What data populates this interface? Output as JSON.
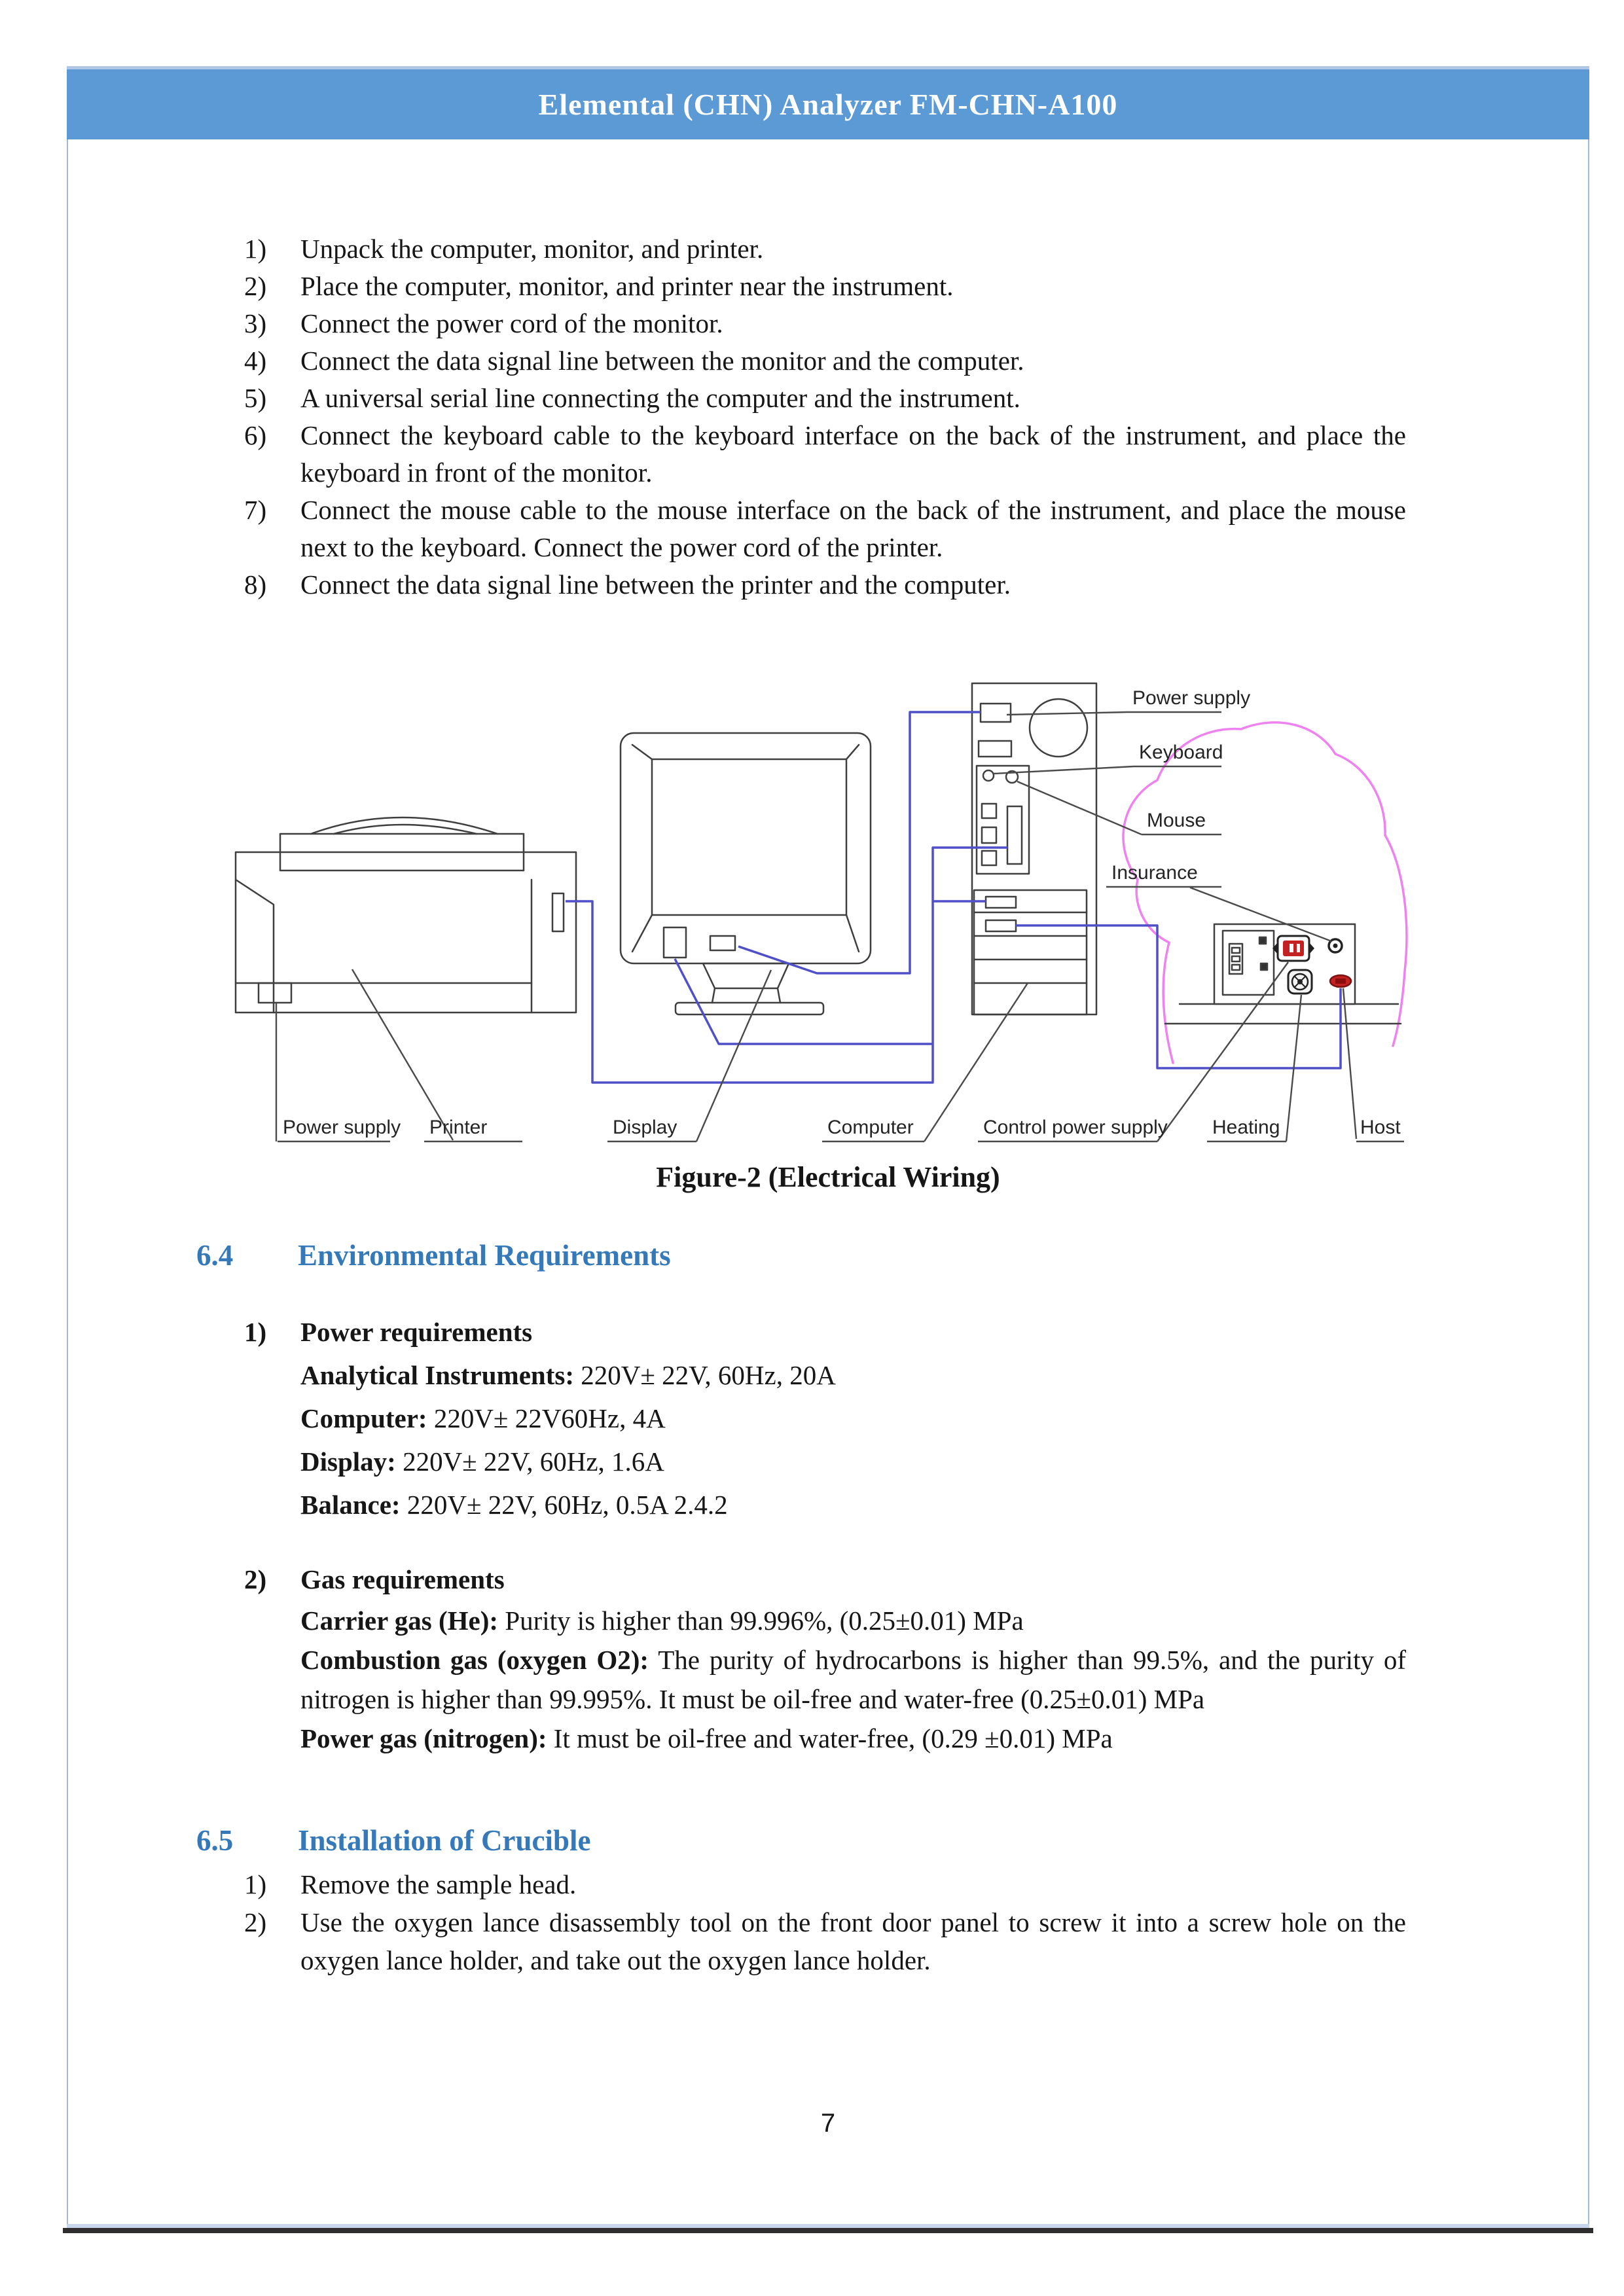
{
  "header": {
    "title": "Elemental (CHN) Analyzer FM-CHN-A100"
  },
  "steps": [
    {
      "num": "1)",
      "text": "Unpack the computer, monitor, and printer."
    },
    {
      "num": "2)",
      "text": "Place the computer, monitor, and printer near the instrument."
    },
    {
      "num": "3)",
      "text": "Connect the power cord of the monitor."
    },
    {
      "num": "4)",
      "text": "Connect the data signal line between the monitor and the computer."
    },
    {
      "num": "5)",
      "text": "A universal serial line connecting the computer and the instrument."
    },
    {
      "num": "6)",
      "text": "Connect the keyboard cable to the keyboard interface on the back of the instrument, and place the keyboard in front of the monitor."
    },
    {
      "num": "7)",
      "text": "Connect the mouse cable to the mouse interface on the back of the instrument, and place the mouse next to the keyboard. Connect the power cord of the printer."
    },
    {
      "num": "8)",
      "text": "Connect the data signal line between the printer and the computer."
    }
  ],
  "figure": {
    "caption": "Figure-2 (Electrical Wiring)",
    "labels": {
      "power_supply_top": "Power supply",
      "keyboard": "Keyboard",
      "mouse": "Mouse",
      "insurance": "Insurance",
      "power_supply_bottom": "Power supply",
      "printer": "Printer",
      "display": "Display",
      "computer": "Computer",
      "control_power_supply": "Control power supply",
      "heating": "Heating",
      "host": "Host"
    }
  },
  "section_64": {
    "num": "6.4",
    "title": "Environmental Requirements",
    "power": {
      "num": "1)",
      "title": "Power requirements",
      "rows": [
        {
          "label": "Analytical Instruments:",
          "value": " 220V± 22V, 60Hz, 20A"
        },
        {
          "label": "Computer:",
          "value": " 220V± 22V60Hz, 4A"
        },
        {
          "label": "Display:",
          "value": " 220V± 22V, 60Hz, 1.6A"
        },
        {
          "label": "Balance:",
          "value": " 220V± 22V, 60Hz, 0.5A 2.4.2"
        }
      ]
    },
    "gas": {
      "num": "2)",
      "title": "Gas requirements",
      "rows": [
        {
          "label": "Carrier gas (He):",
          "value": " Purity is higher than 99.996%, (0.25±0.01) MPa"
        },
        {
          "label": "Combustion gas (oxygen O2):",
          "value": " The purity of hydrocarbons is higher than 99.5%, and the purity of nitrogen is higher than 99.995%. It must be oil-free and water-free (0.25±0.01) MPa"
        },
        {
          "label": "Power gas (nitrogen):",
          "value": " It must be oil-free and water-free, (0.29 ±0.01) MPa"
        }
      ]
    }
  },
  "section_65": {
    "num": "6.5",
    "title": "Installation of Crucible",
    "steps": [
      {
        "num": "1)",
        "text": "Remove the sample head."
      },
      {
        "num": "2)",
        "text": "Use the oxygen lance disassembly tool on the front door panel to screw it into a screw hole on the oxygen lance holder, and take out the oxygen lance holder."
      }
    ]
  },
  "page": {
    "number": "7"
  },
  "colors": {
    "header_bar_blue": "#5b9ad5",
    "heading_text_blue": "#3579b8",
    "wire_blue": "#4f4fc8",
    "instrument_outline_pink": "#ee82ee",
    "connector_red": "#c42222",
    "body_text": "#161616"
  }
}
